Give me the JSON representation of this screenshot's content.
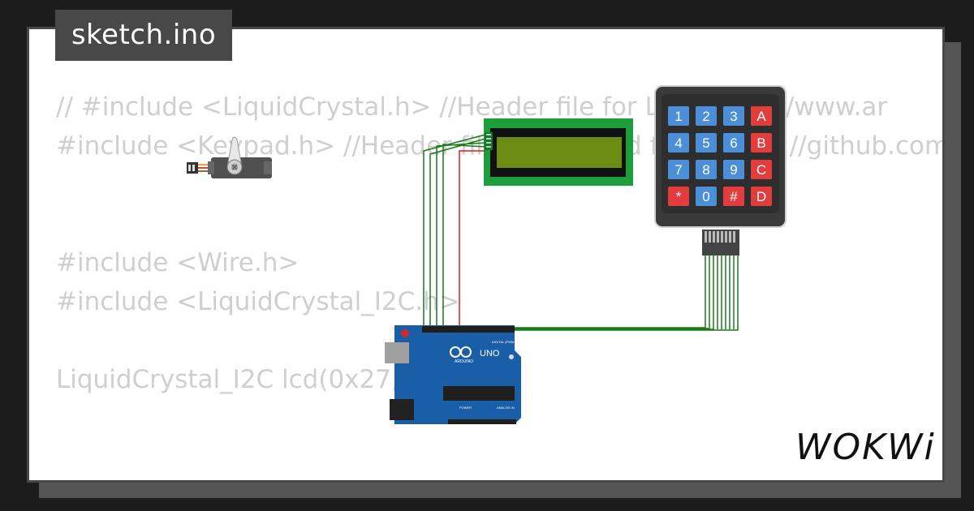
{
  "title": "sketch.ino",
  "code_lines": [
    "// #include <LiquidCrystal.h> //Header file for LCD https://www.ar",
    "#include <Keypad.h> //Header file for Keypad from https://github.com/",
    "",
    "",
    "#include <Wire.h>",
    "#include <LiquidCrystal_I2C.h>",
    "",
    "LiquidCrystal_I2C lcd(0x27,16,2);"
  ],
  "keypad": {
    "keys": [
      "1",
      "2",
      "3",
      "A",
      "4",
      "5",
      "6",
      "B",
      "7",
      "8",
      "9",
      "C",
      "*",
      "0",
      "#",
      "D"
    ]
  },
  "arduino": {
    "model": "UNO",
    "brand": "ARDUINO",
    "digital_label": "DIGITAL (PWM ~)",
    "power_label": "POWER",
    "analog_label": "ANALOG IN"
  },
  "logo": "WOKWi",
  "colors": {
    "keypad_body": "#3a3a3a",
    "key_blue": "#4b8fd8",
    "key_red": "#e23d3d",
    "lcd_board": "#1e9e3a",
    "lcd_screen": "#6c8c14",
    "arduino_board": "#1a5ea7",
    "wire_green": "#1a7a1a",
    "wire_red": "#d22020"
  },
  "icons": [
    "servo-icon",
    "lcd-icon",
    "keypad-icon",
    "arduino-icon",
    "wokwi-logo-icon"
  ]
}
